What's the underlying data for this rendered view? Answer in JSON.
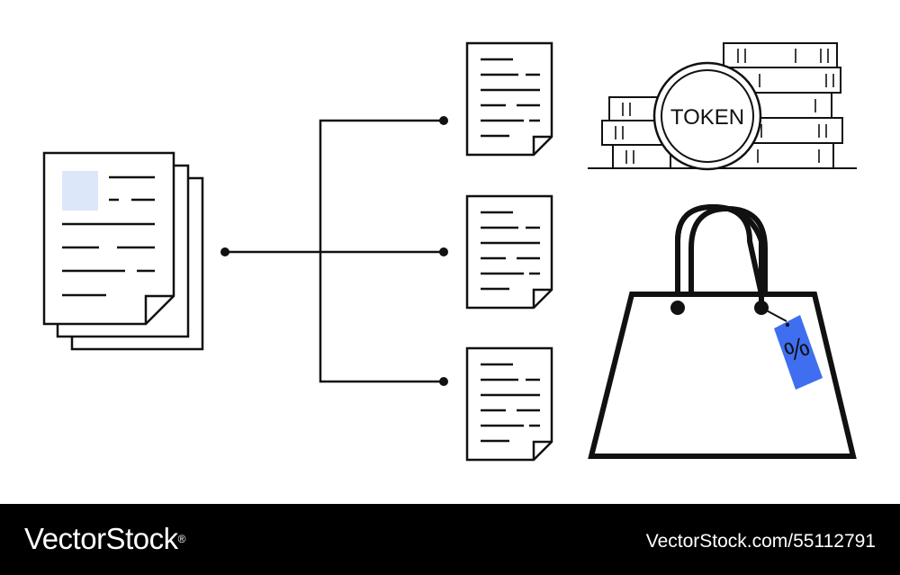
{
  "illustration": {
    "token_label": "TOKEN",
    "tag_symbol": "%",
    "colors": {
      "stroke": "#111111",
      "document_highlight": "#dce7fa",
      "price_tag": "#3f6ef0"
    }
  },
  "footer": {
    "brand": "VectorStock",
    "brand_mark": "®",
    "credit": "VectorStock.com/55112791"
  }
}
